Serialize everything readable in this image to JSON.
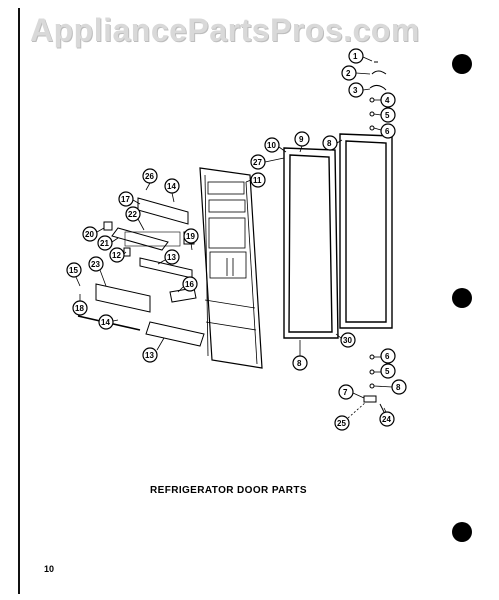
{
  "watermark": "AppliancePartsPros.com",
  "diagram_title": "REFRIGERATOR DOOR PARTS",
  "page_number": "10",
  "callouts": [
    "1",
    "2",
    "3",
    "4",
    "5",
    "6",
    "8",
    "9",
    "10",
    "27",
    "11",
    "26",
    "14",
    "17",
    "22",
    "20",
    "21",
    "12",
    "19",
    "13",
    "15",
    "23",
    "16",
    "18",
    "14",
    "13",
    "8",
    "30",
    "6",
    "5",
    "7",
    "8",
    "25",
    "24"
  ]
}
